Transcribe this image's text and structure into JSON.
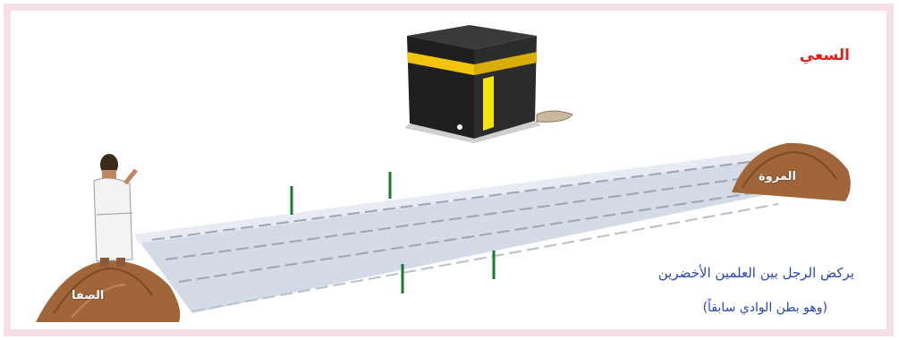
{
  "diagram": {
    "title": "السعي",
    "caption_line1": "يركض الرجل بين العلمين الأخضرين",
    "caption_line2": "(وهو بطن الوادي سابقاً)",
    "hills": {
      "start": "الصفا",
      "end": "المروة"
    },
    "colors": {
      "title": "#e0201a",
      "caption": "#2a45b8",
      "frame": "#f7dfe6",
      "track": "#d6dde8",
      "green_markers": "#1a7a2a",
      "hill": "#a0663a",
      "kaaba": "#222222",
      "kaaba_gold": "#f2c40c"
    }
  }
}
